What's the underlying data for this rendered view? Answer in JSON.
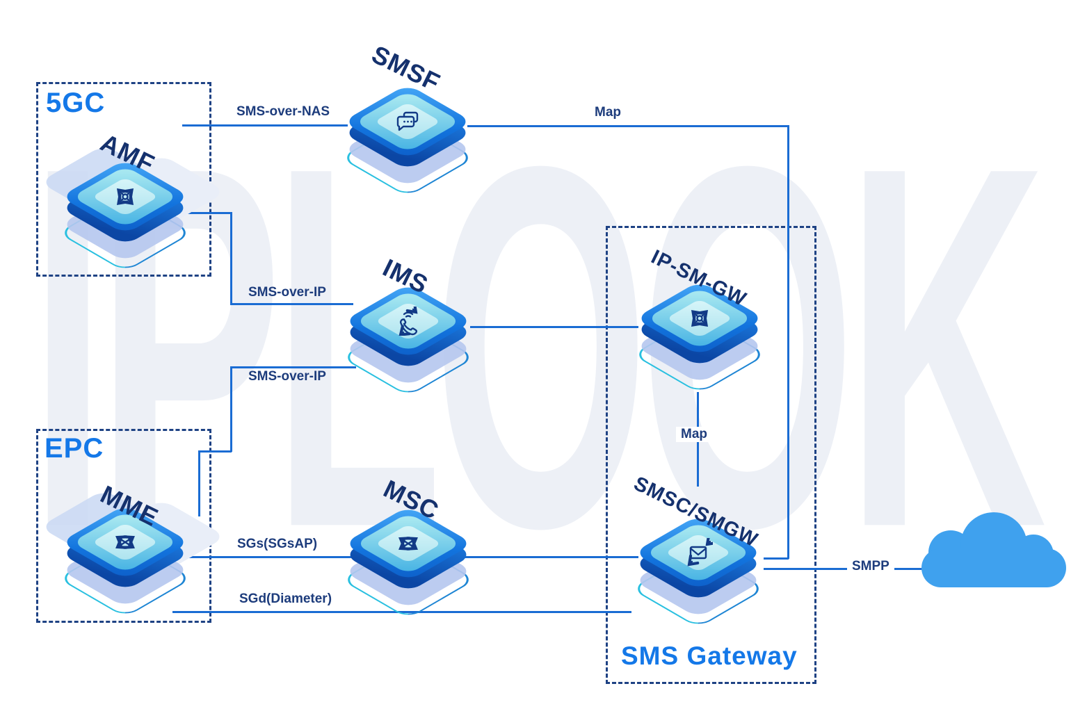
{
  "watermark": "IPLOOK",
  "groups": [
    {
      "id": "5gc",
      "label": "5GC"
    },
    {
      "id": "epc",
      "label": "EPC"
    },
    {
      "id": "sms-gateway",
      "label": "SMS Gateway"
    }
  ],
  "nodes": [
    {
      "id": "amf",
      "label": "AMF",
      "icon": "hub-icon"
    },
    {
      "id": "smsf",
      "label": "SMSF",
      "icon": "chat-icon"
    },
    {
      "id": "ims",
      "label": "IMS",
      "icon": "phone-icon"
    },
    {
      "id": "mme",
      "label": "MME",
      "icon": "cross-arrows-icon"
    },
    {
      "id": "msc",
      "label": "MSC",
      "icon": "cross-arrows-icon"
    },
    {
      "id": "ip-sm-gw",
      "label": "IP-SM-GW",
      "icon": "hub-icon"
    },
    {
      "id": "smsc",
      "label": "SMSC/SMGW",
      "icon": "envelope-icon"
    }
  ],
  "links": {
    "sms_over_nas": "SMS-over-NAS",
    "map_top": "Map",
    "sms_over_ip_1": "SMS-over-IP",
    "sms_over_ip_2": "SMS-over-IP",
    "sgs": "SGs(SGsAP)",
    "sgd": "SGd(Diameter)",
    "map_mid": "Map",
    "smpp": "SMPP"
  },
  "colors": {
    "accent_blue": "#1478e8",
    "navy_text": "#15316d",
    "line_blue": "#1a6cd3",
    "dashed_border": "#1e4284",
    "node_top": "#1273dd",
    "node_ring_teal": "#49b4e4",
    "cloud_blue": "#3fa1ee",
    "watermark_gray": "#edf0f6"
  }
}
